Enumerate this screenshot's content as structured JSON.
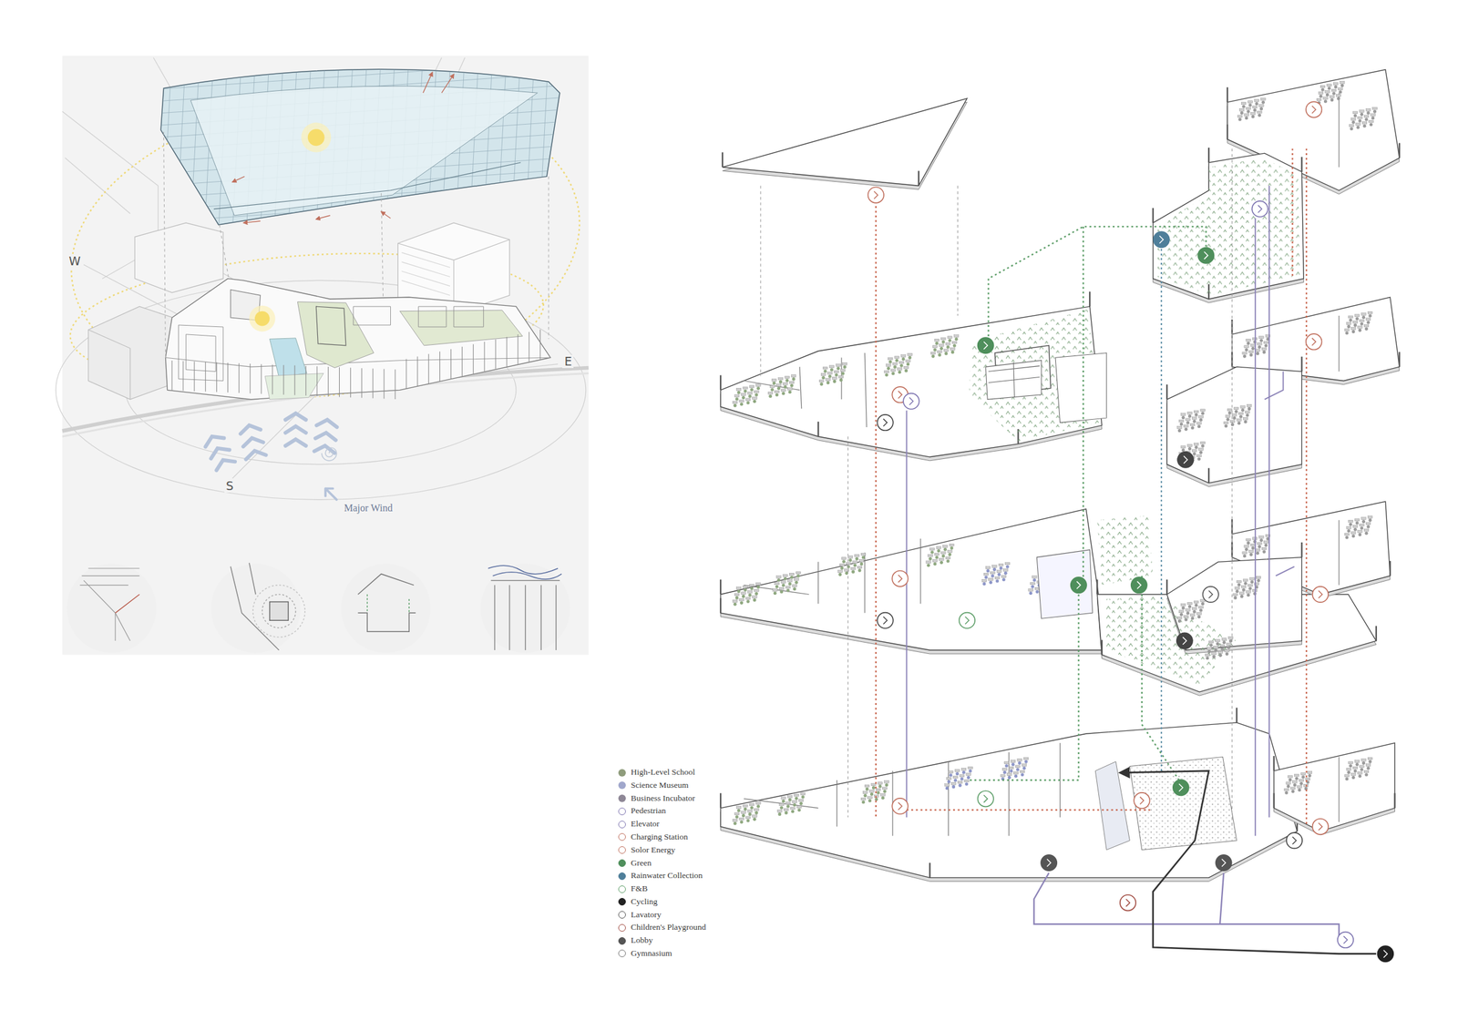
{
  "diagram": {
    "labels": [
      "W",
      "E",
      "S",
      "Major Wind"
    ],
    "legend": [
      {
        "text": "High-Level School",
        "color": "#8f9c7c"
      },
      {
        "text": "Science Museum",
        "color": "#a0a7cc"
      },
      {
        "text": "Business Incubator",
        "color": "#8e8796"
      },
      {
        "text": "Pedestrian"
      },
      {
        "text": "Elevator"
      },
      {
        "text": "Charging Station"
      },
      {
        "text": "Solor Energy"
      },
      {
        "text": "Green"
      },
      {
        "text": "Rainwater Collection"
      },
      {
        "text": "F&B"
      },
      {
        "text": "Cycling"
      },
      {
        "text": "Lavatory"
      },
      {
        "text": "Children's Playground"
      },
      {
        "text": "Lobby"
      },
      {
        "text": "Gymnasium"
      }
    ]
  }
}
